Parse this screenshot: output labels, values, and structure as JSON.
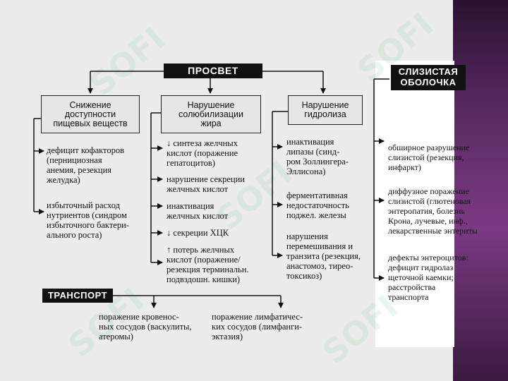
{
  "watermark": "SOFI",
  "headers": {
    "lumen": "ПРОСВЕТ",
    "mucosa": [
      "СЛИЗИСТАЯ",
      "ОБОЛОЧКА"
    ],
    "transport": "ТРАНСПОРТ"
  },
  "boxes": {
    "availability": [
      "Снижение",
      "доступности",
      "пищевых веществ"
    ],
    "solubilization": [
      "Нарушение",
      "солюбилизации",
      "жира"
    ],
    "hydrolysis": [
      "Нарушение",
      "гидролиза"
    ]
  },
  "availability_items": [
    [
      "дефицит кофакторов",
      "(пернициозная",
      "анемия, резекция",
      "желудка)"
    ],
    [
      "избыточный расход",
      "нутриентов (синдром",
      "избыточного бактери-",
      "ального роста)"
    ]
  ],
  "solubilization_items": [
    [
      "↓ синтеза желчных",
      "кислот (поражение",
      "гепатоцитов)"
    ],
    [
      "нарушение секреции",
      "желчных кислот"
    ],
    [
      "инактивация",
      "желчных кислот"
    ],
    [
      "↓ секреции ХЦК"
    ],
    [
      "↑ потерь желчных",
      "кислот (поражение/",
      "резекция терминальн.",
      "подвздошн. кишки)"
    ]
  ],
  "hydrolysis_items": [
    [
      "инактивация",
      "липазы (синд-",
      "ром Золлингера-",
      "Эллисона)"
    ],
    [
      "ферментативная",
      "недостаточность",
      "поджел. железы"
    ],
    [
      "нарушения",
      "перемешивания и",
      "транзита (резекция,",
      "анастомоз, тирео-",
      "токсикоз)"
    ]
  ],
  "mucosa_items": [
    [
      "обширное разрушение",
      "слизистой (резекция,",
      "инфаркт)"
    ],
    [
      "диффузное поражение",
      "слизистой (глютеновая",
      "энтеропатия, болезнь",
      "Крона, лучевые, инф.,",
      "лекарственные энтериты"
    ],
    [
      "дефекты энтероцитов:",
      "дефицит гидролаз",
      "щеточной каемки;",
      "расстройства",
      "транспорта"
    ]
  ],
  "transport_items": [
    [
      "поражение кровенос-",
      "ных сосудов (васкулиты,",
      "атеромы)"
    ],
    [
      "поражение лимфатичес-",
      "ких сосудов (лимфанги-",
      "эктазия)"
    ]
  ]
}
